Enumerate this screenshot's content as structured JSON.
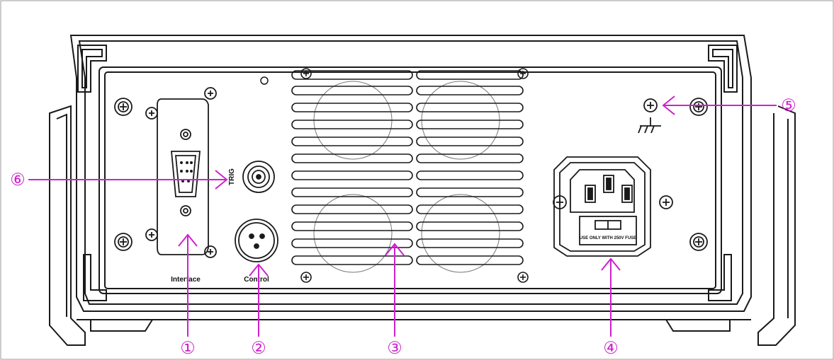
{
  "panel": {
    "labels": {
      "interface": "Interface",
      "control": "Control",
      "trig": "TRIG",
      "fuse_notice": "USE ONLY WITH 250V FUSE"
    }
  },
  "callouts": [
    {
      "id": "1",
      "text": "①"
    },
    {
      "id": "2",
      "text": "②"
    },
    {
      "id": "3",
      "text": "③"
    },
    {
      "id": "4",
      "text": "④"
    },
    {
      "id": "5",
      "text": "⑤"
    },
    {
      "id": "6",
      "text": "⑥"
    }
  ],
  "colors": {
    "callout": "#cc22cc",
    "line": "#1a1a1a",
    "background": "#ffffff"
  }
}
